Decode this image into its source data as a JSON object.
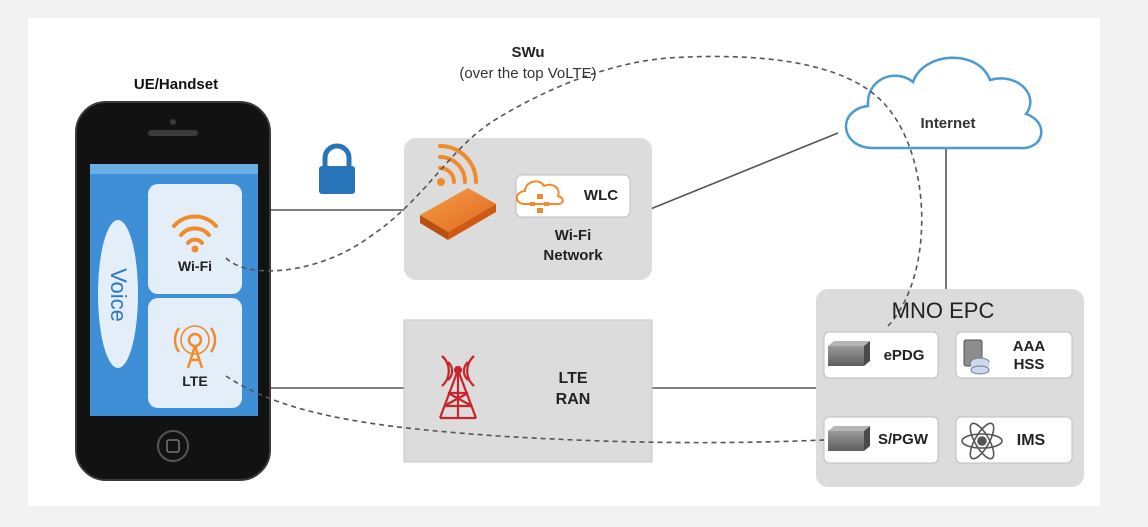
{
  "phone": {
    "title": "UE/Handset",
    "voice_label": "Voice",
    "wifi_label": "Wi-Fi",
    "lte_label": "LTE"
  },
  "swu": {
    "label": "SWu",
    "sublabel": "(over the top VoLTE)"
  },
  "wifi_network": {
    "wlc_label": "WLC",
    "label_line1": "Wi-Fi",
    "label_line2": "Network"
  },
  "lte_ran": {
    "label_line1": "LTE",
    "label_line2": "RAN"
  },
  "internet": {
    "label": "Internet"
  },
  "epc": {
    "title": "MNO EPC",
    "epdg_label": "ePDG",
    "aaa_line1": "AAA",
    "aaa_line2": "HSS",
    "spgw_label": "S/PGW",
    "ims_label": "IMS"
  },
  "colors": {
    "phone_body": "#111111",
    "screen_blue": "#3f8fd6",
    "tile_fill": "#e3eef8",
    "wifi_orange": "#f08a2a",
    "lock_blue": "#2874b8",
    "tower_red": "#c8242b",
    "cloud_stroke": "#4a9ad4",
    "panel_gray": "#dcdcdc"
  },
  "icons": [
    "lock-icon",
    "wifi-router-icon",
    "wlc-icon",
    "wifi-icon",
    "lte-antenna-icon",
    "cell-tower-icon",
    "cloud-icon",
    "server-icon",
    "database-icon",
    "ims-icon"
  ]
}
